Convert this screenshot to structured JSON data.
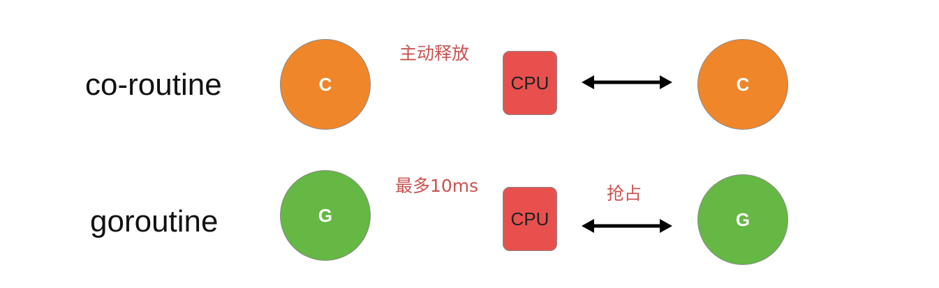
{
  "colors": {
    "coroutine_fill": "#F0862A",
    "goroutine_fill": "#64B843",
    "cpu_fill": "#E8504E",
    "note_text": "#C9524F",
    "arrow": "#000000"
  },
  "rows": {
    "coroutine": {
      "label": "co-routine",
      "left_circle": "C",
      "note": "主动释放",
      "cpu": "CPU",
      "arrow_label": "",
      "right_circle": "C"
    },
    "goroutine": {
      "label": "goroutine",
      "left_circle": "G",
      "note": "最多10ms",
      "cpu": "CPU",
      "arrow_label": "抢占",
      "right_circle": "G"
    }
  },
  "icons": {
    "arrow": "double-headed-arrow-icon"
  }
}
